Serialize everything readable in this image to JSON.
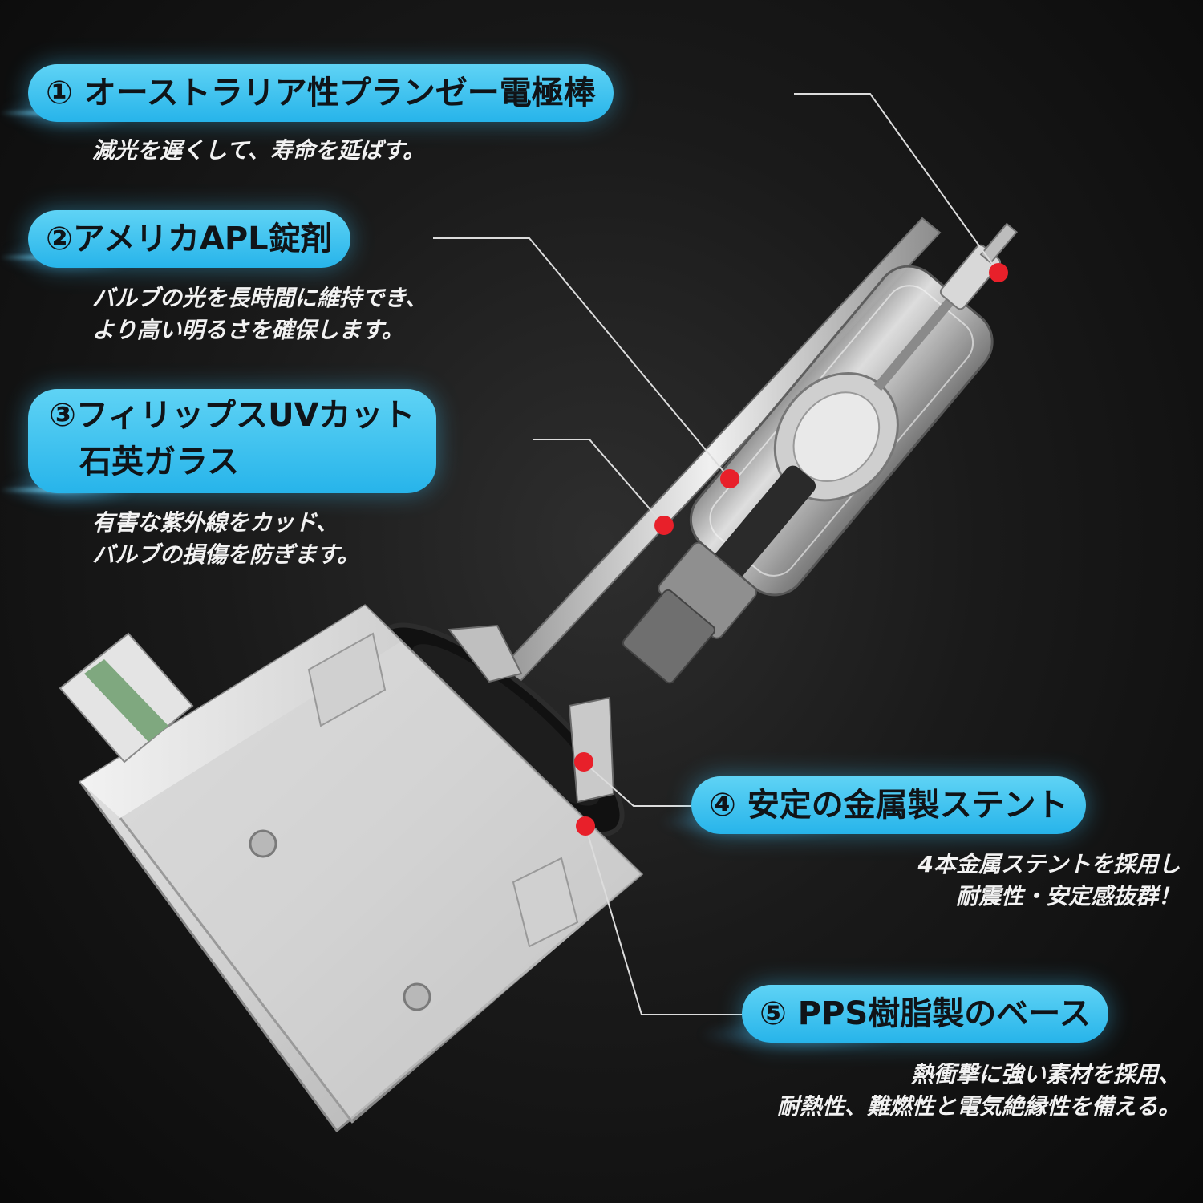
{
  "features": [
    {
      "title": "① オーストラリア性プランゼー電極棒",
      "desc": [
        "減光を遅くして、寿命を延ばす。"
      ]
    },
    {
      "title": "②アメリカAPL錠剤",
      "desc": [
        "バルブの光を長時間に維持でき、",
        "より高い明るさを確保します。"
      ]
    },
    {
      "title": [
        "③フィリップスUVカット",
        "石英ガラス"
      ],
      "desc": [
        "有害な紫外線をカッド、",
        "バルブの損傷を防ぎます。"
      ]
    },
    {
      "title": "④ 安定の金属製ステント",
      "desc": [
        "4本金属ステントを採用し",
        "耐震性・安定感抜群！"
      ]
    },
    {
      "title": "⑤ PPS樹脂製のベース",
      "desc": [
        "熱衝撃に強い素材を採用、",
        "耐熱性、難燃性と電気絶縁性を備える。"
      ]
    }
  ],
  "colors": {
    "accent": "#27b4ea",
    "marker": "#e8202a",
    "background": "#1a1a1a"
  }
}
